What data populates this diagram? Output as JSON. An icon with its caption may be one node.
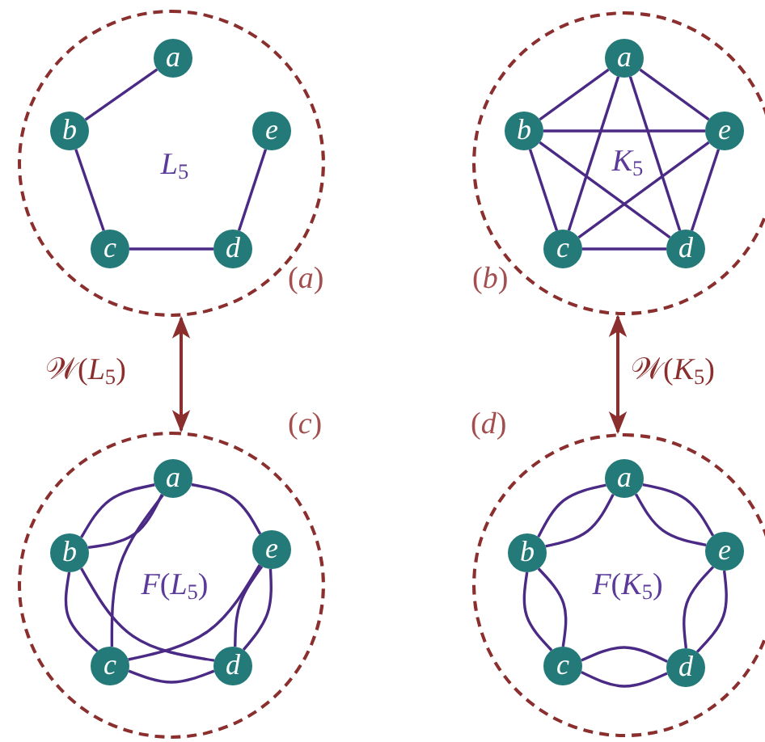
{
  "diagram": {
    "nodes": [
      {
        "text": [
          "*L*$_{5}$"
        ],
        "beside": [
          "(*a*)"
        ]
      },
      {
        "text": [
          "a"
        ],
        "in": 0
      },
      {
        "text": [
          "b"
        ],
        "in": 0
      },
      {
        "text": [
          "c"
        ],
        "in": 0
      },
      {
        "text": [
          "d"
        ],
        "in": 0
      },
      {
        "text": [
          "e"
        ],
        "in": 0
      },
      {
        "text": [
          "*K*$_{5}$"
        ],
        "beside": [
          "(*b*)"
        ]
      },
      {
        "text": [
          "a"
        ],
        "in": 6
      },
      {
        "text": [
          "b"
        ],
        "in": 6
      },
      {
        "text": [
          "c"
        ],
        "in": 6
      },
      {
        "text": [
          "d"
        ],
        "in": 6
      },
      {
        "text": [
          "e"
        ],
        "in": 6
      },
      {
        "text": [
          "*F*(*L*$_{5}$)"
        ],
        "beside": [
          "(*c*)"
        ]
      },
      {
        "text": [
          "a"
        ],
        "in": 12
      },
      {
        "text": [
          "b"
        ],
        "in": 12
      },
      {
        "text": [
          "c"
        ],
        "in": 12
      },
      {
        "text": [
          "d"
        ],
        "in": 12
      },
      {
        "text": [
          "e"
        ],
        "in": 12
      },
      {
        "text": [
          "*F*(*K*$_{5}$)"
        ],
        "beside": [
          "(*d*)"
        ]
      },
      {
        "text": [
          "a"
        ],
        "in": 18
      },
      {
        "text": [
          "b"
        ],
        "in": 18
      },
      {
        "text": [
          "c"
        ],
        "in": 18
      },
      {
        "text": [
          "d"
        ],
        "in": 18
      },
      {
        "text": [
          "e"
        ],
        "in": 18
      }
    ],
    "edges": [
      {
        "from": 0,
        "to": 12,
        "arrow": "both",
        "label": "𝒲(*L*$_{5}$)",
        "color": "#8b2e2e"
      },
      {
        "from": 6,
        "to": 18,
        "arrow": "both",
        "label": "𝒲(*K*$_{5}$)",
        "color": "#8b2e2e"
      },
      {
        "from": 1,
        "to": 2,
        "arrow": "none"
      },
      {
        "from": 2,
        "to": 3,
        "arrow": "none"
      },
      {
        "from": 3,
        "to": 4,
        "arrow": "none"
      },
      {
        "from": 4,
        "to": 5,
        "arrow": "none"
      },
      {
        "from": 7,
        "to": 8,
        "arrow": "none"
      },
      {
        "from": 7,
        "to": 9,
        "arrow": "none"
      },
      {
        "from": 7,
        "to": 10,
        "arrow": "none"
      },
      {
        "from": 7,
        "to": 11,
        "arrow": "none"
      },
      {
        "from": 8,
        "to": 9,
        "arrow": "none"
      },
      {
        "from": 8,
        "to": 10,
        "arrow": "none"
      },
      {
        "from": 8,
        "to": 11,
        "arrow": "none"
      },
      {
        "from": 9,
        "to": 10,
        "arrow": "none"
      },
      {
        "from": 9,
        "to": 11,
        "arrow": "none"
      },
      {
        "from": 10,
        "to": 11,
        "arrow": "none"
      },
      {
        "from": 13,
        "to": 14,
        "arrow": "none"
      },
      {
        "from": 13,
        "to": 14,
        "arrow": "none"
      },
      {
        "from": 13,
        "to": 15,
        "arrow": "none"
      },
      {
        "from": 13,
        "to": 17,
        "arrow": "none"
      },
      {
        "from": 14,
        "to": 15,
        "arrow": "none"
      },
      {
        "from": 14,
        "to": 16,
        "arrow": "none"
      },
      {
        "from": 15,
        "to": 16,
        "arrow": "none"
      },
      {
        "from": 15,
        "to": 17,
        "arrow": "none"
      },
      {
        "from": 16,
        "to": 17,
        "arrow": "none"
      },
      {
        "from": 16,
        "to": 17,
        "arrow": "none"
      },
      {
        "from": 19,
        "to": 20,
        "arrow": "none"
      },
      {
        "from": 19,
        "to": 20,
        "arrow": "none"
      },
      {
        "from": 19,
        "to": 23,
        "arrow": "none"
      },
      {
        "from": 19,
        "to": 23,
        "arrow": "none"
      },
      {
        "from": 20,
        "to": 21,
        "arrow": "none"
      },
      {
        "from": 20,
        "to": 21,
        "arrow": "none"
      },
      {
        "from": 21,
        "to": 22,
        "arrow": "none"
      },
      {
        "from": 21,
        "to": 22,
        "arrow": "none"
      },
      {
        "from": 22,
        "to": 23,
        "arrow": "none"
      },
      {
        "from": 22,
        "to": 23,
        "arrow": "none"
      }
    ]
  }
}
